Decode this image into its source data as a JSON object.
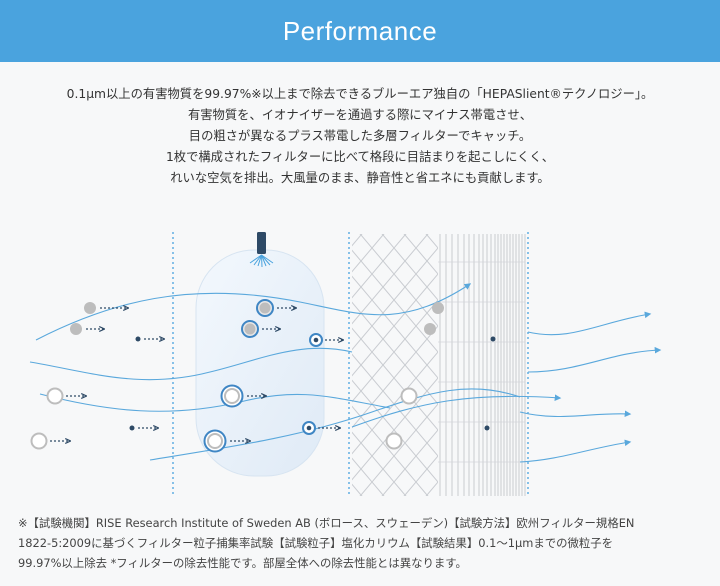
{
  "header": {
    "title": "Performance",
    "bg_color": "#4aa3de"
  },
  "intro": {
    "lines": [
      "0.1μm以上の有害物質を99.97%※以上まで除去できるブルーエア独自の「HEPASlient®テクノロジー」。",
      "有害物質を、イオナイザーを通過する際にマイナス帯電させ、",
      "目の粗さが異なるプラス帯電した多層フィルターでキャッチ。",
      "1枚で構成されたフィルターに比べて格段に目詰まりを起こしにくく、",
      "れいな空気を排出。大風量のまま、静音性と省エネにも貢献します。"
    ]
  },
  "diagram": {
    "colors": {
      "flow_line": "#5aa8dc",
      "ionizer_body": "#e9f2fb",
      "particle_gray": "#bdbdbd",
      "particle_ring": "#3f86c4",
      "dot_dark": "#2e4a66"
    },
    "icons": [
      "ionizer-emitter-icon",
      "particle-icon",
      "charged-particle-icon",
      "filter-mesh-icon"
    ]
  },
  "footnote": {
    "lines": [
      "※【試験機関】RISE Research Institute of Sweden AB (ボロース、スウェーデン)【試験方法】欧州フィルター規格EN",
      "1822-5:2009に基づくフィルター粒子捕集率試験【試験粒子】塩化カリウム【試験結果】0.1〜1μmまでの微粒子を",
      "99.97%以上除去 *フィルターの除去性能です。部屋全体への除去性能とは異なります。"
    ]
  }
}
